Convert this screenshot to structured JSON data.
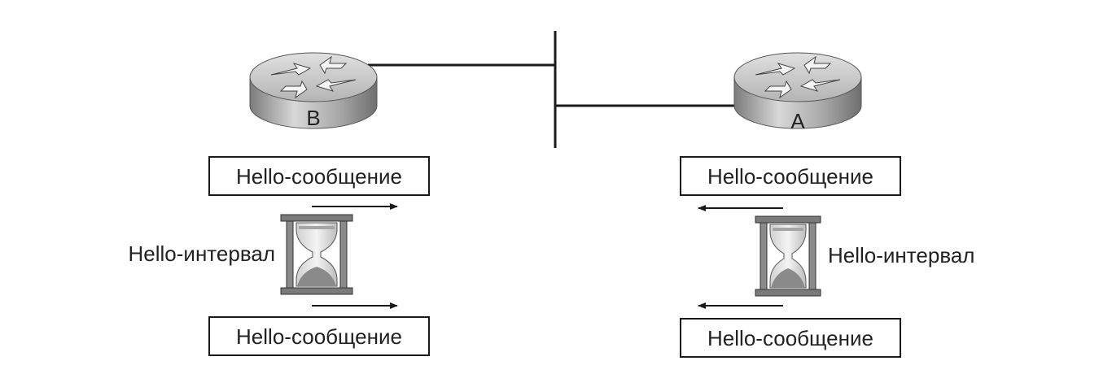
{
  "routers": {
    "left": {
      "label": "B"
    },
    "right": {
      "label": "A"
    }
  },
  "messages": {
    "left_top": "Hello-сообщение",
    "left_bottom": "Hello-сообщение",
    "right_top": "Hello-сообщение",
    "right_bottom": "Hello-сообщение"
  },
  "intervals": {
    "left": "Hello-интервал",
    "right": "Hello-интервал"
  },
  "colors": {
    "router_top": "#c9c9c9",
    "router_side": "#9e9e9e",
    "line": "#1a1a1a",
    "hourglass_frame": "#6e6e6e",
    "sand": "#8a8a8a"
  },
  "icons": {
    "router": "router-icon",
    "hourglass": "hourglass-icon",
    "arrow": "arrow-icon"
  }
}
